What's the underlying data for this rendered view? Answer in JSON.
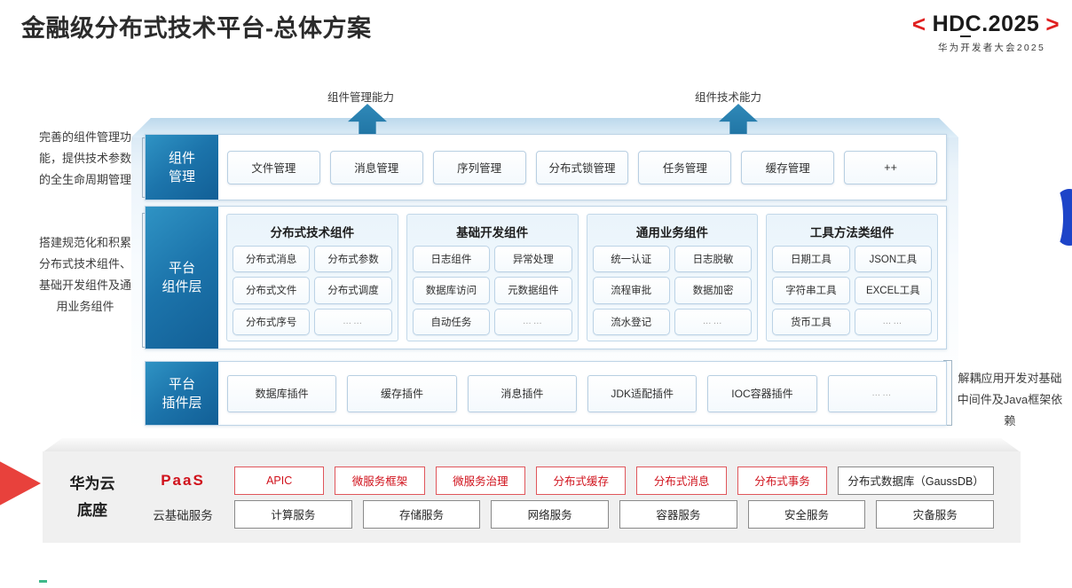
{
  "header": {
    "title": "金融级分布式技术平台-总体方案",
    "logo_bracket_left": "<",
    "logo_bracket_right": ">",
    "logo_main": "HDC.2025",
    "logo_sub": "华为开发者大会2025",
    "logo_accent_color": "#e02020"
  },
  "arrows": [
    {
      "label": "组件管理能力"
    },
    {
      "label": "组件技术能力"
    }
  ],
  "notes": {
    "left_top": "完善的组件管理功能，提供技术参数的全生命周期管理",
    "left_bottom": "搭建规范化和积累分布式技术组件、基础开发组件及通用业务组件",
    "right": "解耦应用开发对基础中间件及Java框架依赖"
  },
  "layers": [
    {
      "name": "component-management",
      "label_lines": [
        "组件",
        "管理"
      ],
      "chips": [
        "文件管理",
        "消息管理",
        "序列管理",
        "分布式锁管理",
        "任务管理",
        "缓存管理",
        "++"
      ]
    },
    {
      "name": "platform-component-layer",
      "label_lines": [
        "平台",
        "组件层"
      ],
      "groups": [
        {
          "title": "分布式技术组件",
          "cells": [
            "分布式消息",
            "分布式参数",
            "分布式文件",
            "分布式调度",
            "分布式序号",
            "……"
          ]
        },
        {
          "title": "基础开发组件",
          "cells": [
            "日志组件",
            "异常处理",
            "数据库访问",
            "元数据组件",
            "自动任务",
            "……"
          ]
        },
        {
          "title": "通用业务组件",
          "cells": [
            "统一认证",
            "日志脱敏",
            "流程审批",
            "数据加密",
            "流水登记",
            "……"
          ]
        },
        {
          "title": "工具方法类组件",
          "cells": [
            "日期工具",
            "JSON工具",
            "字符串工具",
            "EXCEL工具",
            "货币工具",
            "……"
          ]
        }
      ]
    },
    {
      "name": "platform-plugin-layer",
      "label_lines": [
        "平台",
        "插件层"
      ],
      "chips": [
        "数据库插件",
        "缓存插件",
        "消息插件",
        "JDK适配插件",
        "IOC容器插件",
        "……"
      ]
    }
  ],
  "foundation": {
    "title_lines": [
      "华为云",
      "底座"
    ],
    "paas": {
      "label": "PaaS",
      "accent_color": "#d0111b",
      "items": [
        {
          "text": "APIC",
          "style": "red"
        },
        {
          "text": "微服务框架",
          "style": "red"
        },
        {
          "text": "微服务治理",
          "style": "red"
        },
        {
          "text": "分布式缓存",
          "style": "red"
        },
        {
          "text": "分布式消息",
          "style": "red"
        },
        {
          "text": "分布式事务",
          "style": "red"
        },
        {
          "text": "分布式数据库（GaussDB）",
          "style": "gray"
        }
      ]
    },
    "basic": {
      "label": "云基础服务",
      "items": [
        {
          "text": "计算服务",
          "style": "gray"
        },
        {
          "text": "存储服务",
          "style": "gray"
        },
        {
          "text": "网络服务",
          "style": "gray"
        },
        {
          "text": "容器服务",
          "style": "gray"
        },
        {
          "text": "安全服务",
          "style": "gray"
        },
        {
          "text": "灾备服务",
          "style": "gray"
        }
      ]
    }
  }
}
